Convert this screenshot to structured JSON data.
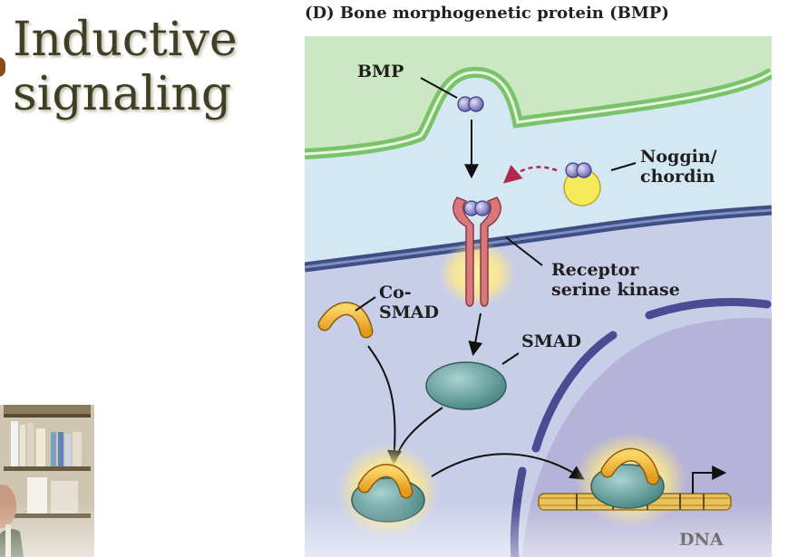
{
  "slide": {
    "title_line1": "Inductive",
    "title_line2": "signaling"
  },
  "figure": {
    "caption": "(D)  Bone morphogenetic protein (BMP)",
    "labels": {
      "bmp": "BMP",
      "noggin_line1": "Noggin/",
      "noggin_line2": "chordin",
      "receptor_line1": "Receptor",
      "receptor_line2": "serine kinase",
      "cosmad_line1": "Co-",
      "cosmad_line2": "SMAD",
      "smad": "SMAD",
      "dna": "DNA"
    },
    "colors": {
      "extracellular": "#cfe4ef",
      "membrane_green": "#7bc36b",
      "cell_membrane": "#3e4f86",
      "cytoplasm": "#c7cde8",
      "nucleus": "#b8b6da",
      "receptor": "#d9777a",
      "smad": "#5d9d9a",
      "cosmad": "#f2b12a",
      "noggin": "#f4ea5a",
      "bmp": "#8a86c8",
      "inhibition_arrow": "#b2294f"
    }
  },
  "webcam": {
    "description_icon": "presenter-video-icon"
  }
}
